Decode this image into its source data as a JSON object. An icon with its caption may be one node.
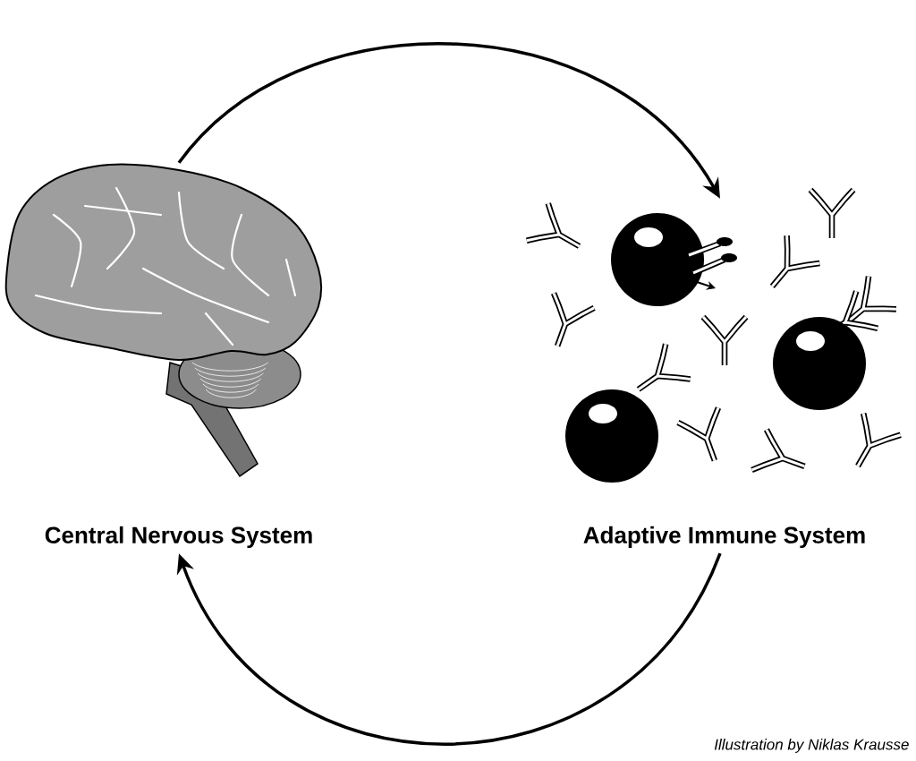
{
  "diagram": {
    "caption": "Illustration by Niklas Krausse",
    "nodes": [
      {
        "text": [
          "Central Nervous System"
        ]
      },
      {
        "text": [
          "Adaptive Immune System"
        ]
      }
    ],
    "edges": [
      {
        "from": 0,
        "to": 1,
        "arrow": "to"
      },
      {
        "from": 1,
        "to": 0,
        "arrow": "to"
      }
    ]
  }
}
